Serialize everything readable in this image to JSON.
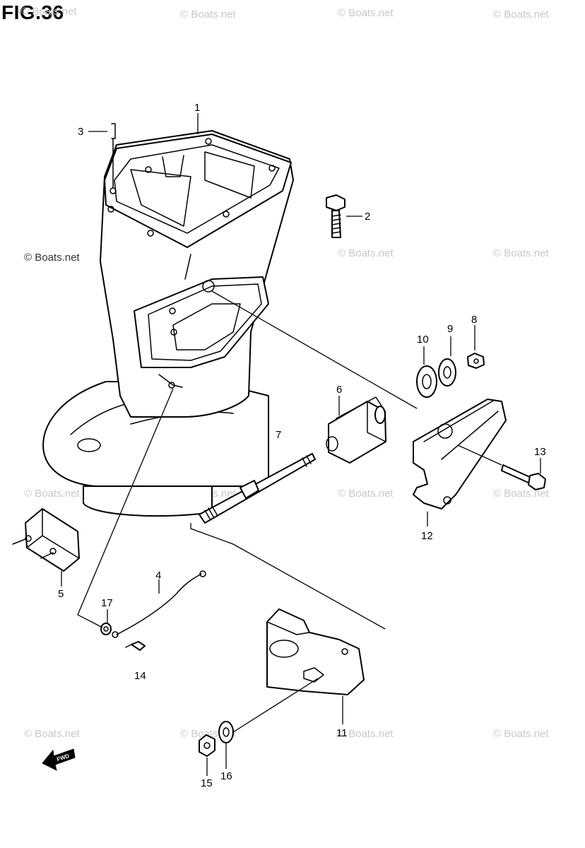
{
  "figure": {
    "title": "FIG.36"
  },
  "watermark": {
    "text": "© Boats.net"
  },
  "callouts": {
    "c1": "1",
    "c2": "2",
    "c3": "3",
    "c4": "4",
    "c5": "5",
    "c6": "6",
    "c7": "7",
    "c8": "8",
    "c9": "9",
    "c10": "10",
    "c11": "11",
    "c12": "12",
    "c13": "13",
    "c14": "14",
    "c15": "15",
    "c16": "16",
    "c17": "17"
  },
  "direction_arrow": {
    "label": "FWD",
    "icon": "fwd-arrow-icon"
  },
  "colors": {
    "line": "#000000",
    "background": "#ffffff",
    "watermark": "#c8c8c8"
  }
}
